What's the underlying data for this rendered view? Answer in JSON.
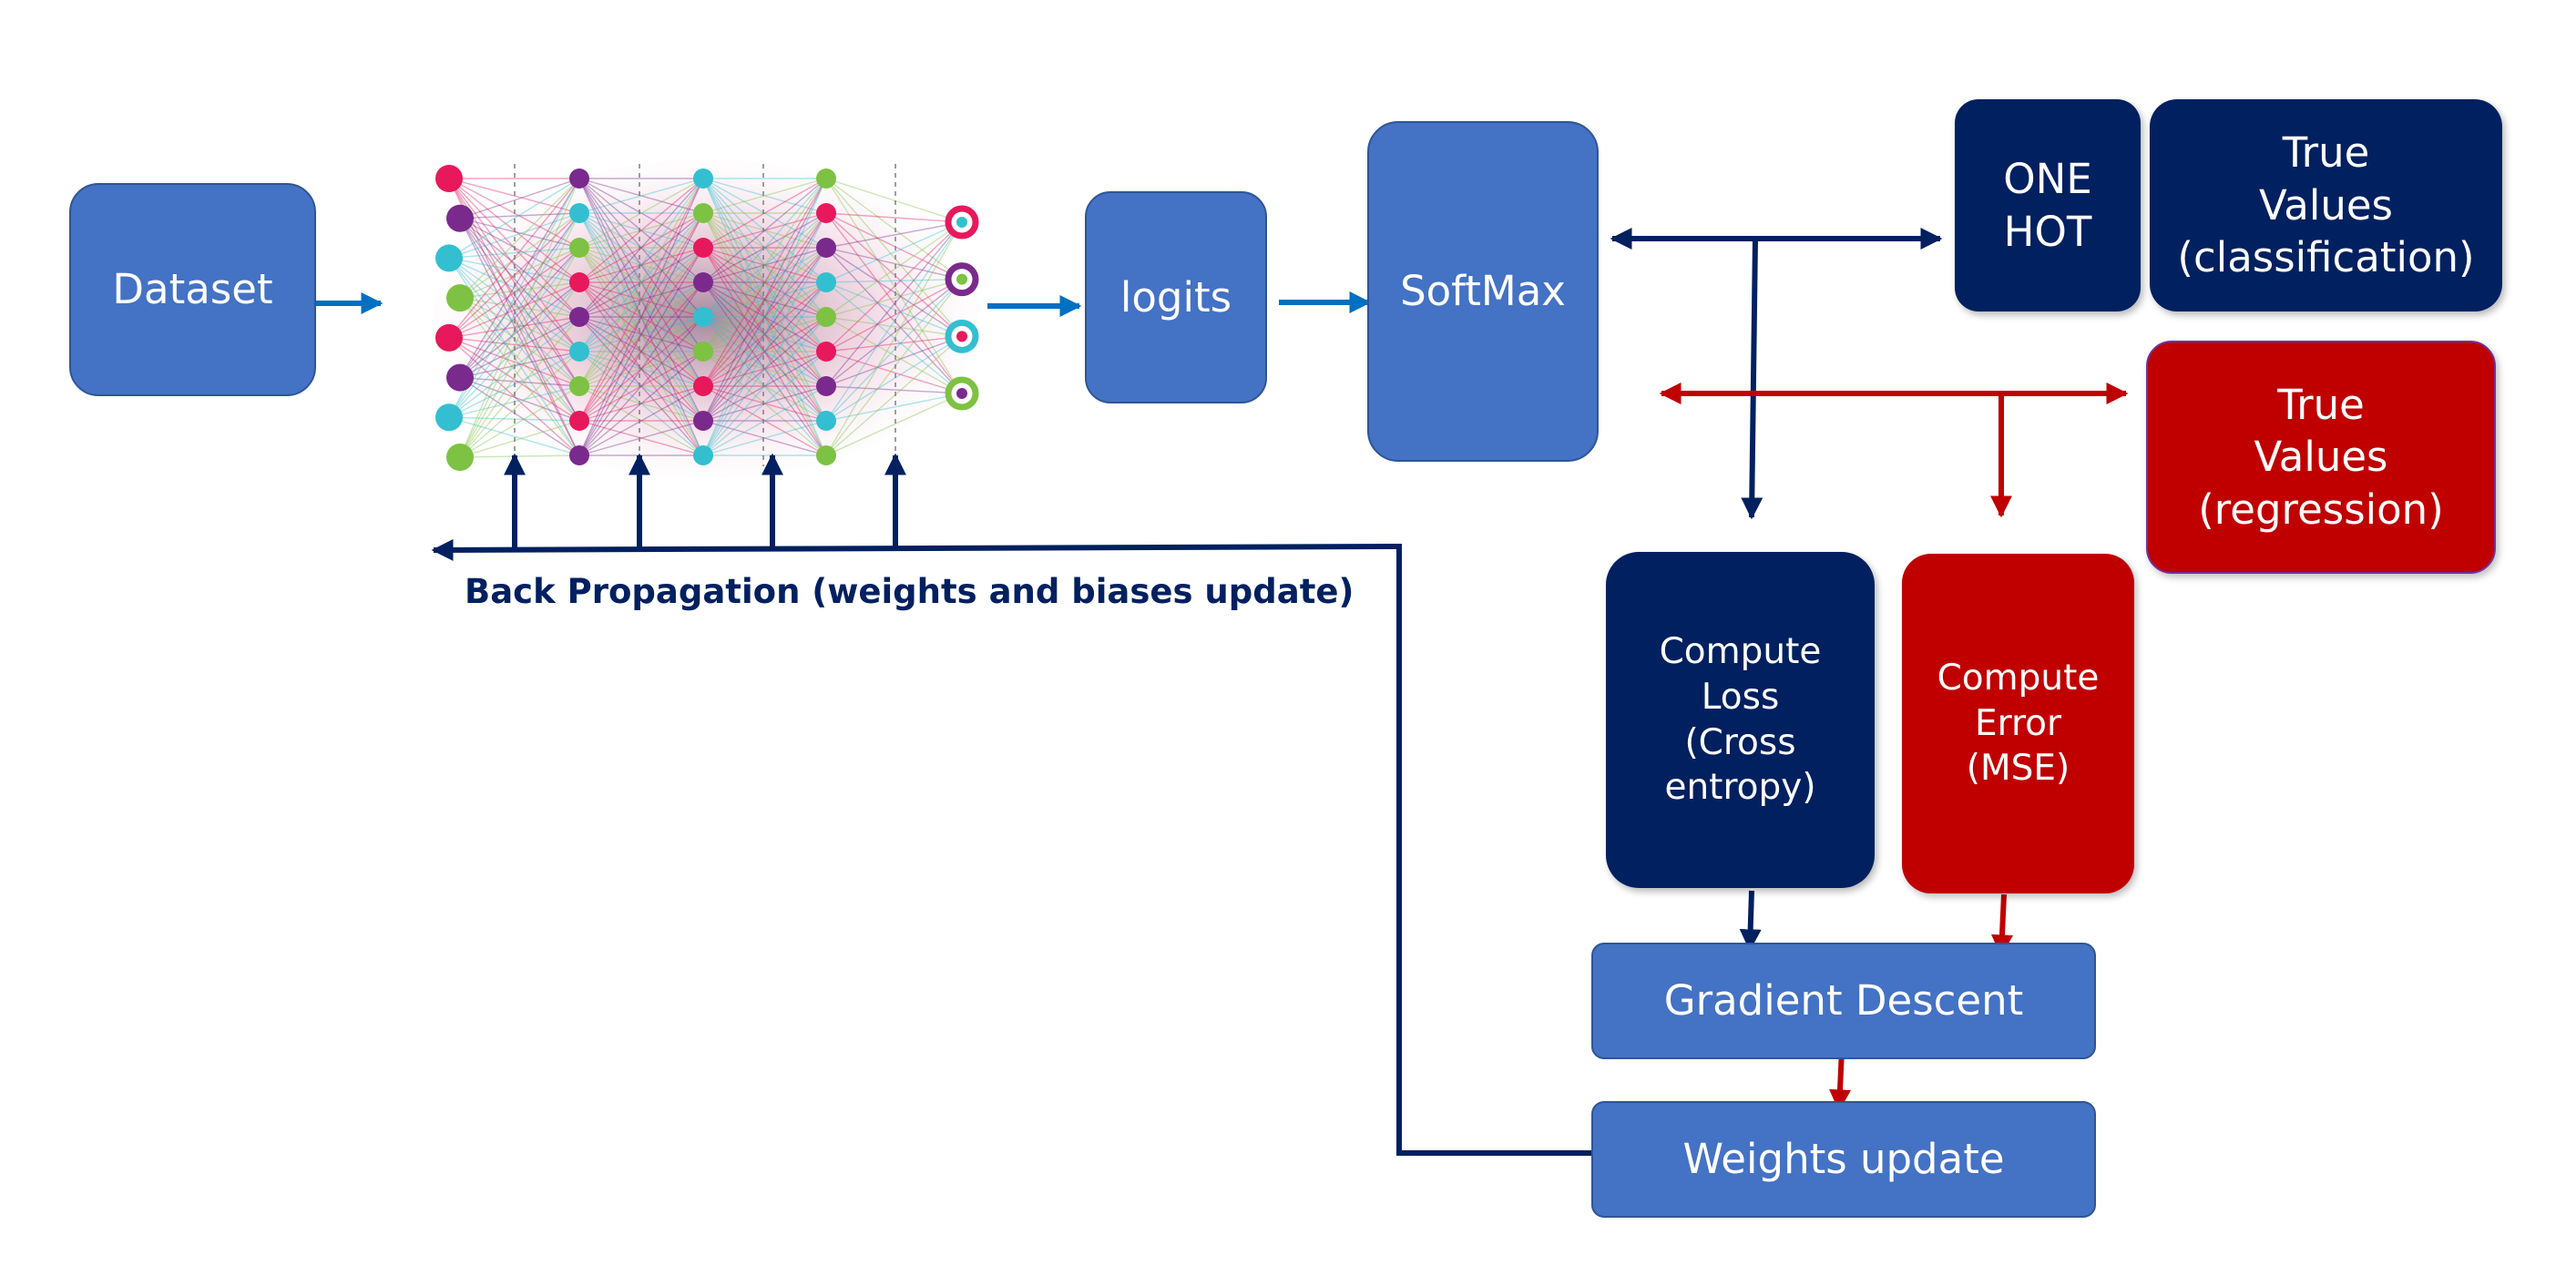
{
  "nodes": {
    "dataset": "Dataset",
    "logits": "logits",
    "softmax": "SoftMax",
    "one_hot": "ONE\nHOT",
    "true_values_classification": "True\nValues\n(classification)",
    "true_values_regression": "True\nValues\n(regression)",
    "compute_loss": "Compute\nLoss\n(Cross\nentropy)",
    "compute_error": "Compute\nError\n(MSE)",
    "gradient_descent": "Gradient Descent",
    "weights_update": "Weights update"
  },
  "back_propagation_label": "Back Propagation (weights and biases update)",
  "colors": {
    "blue_box": "#4472c4",
    "navy_box": "#002060",
    "red_box": "#c00000",
    "navy_arrow": "#002060",
    "red_arrow": "#c00000",
    "input_arrow": "#0070c0"
  },
  "neural_network": {
    "layer_sizes": [
      8,
      9,
      9,
      9,
      4
    ],
    "node_colors": [
      "#e8185c",
      "#7a2a8c",
      "#33bfd0",
      "#7dc242"
    ]
  }
}
